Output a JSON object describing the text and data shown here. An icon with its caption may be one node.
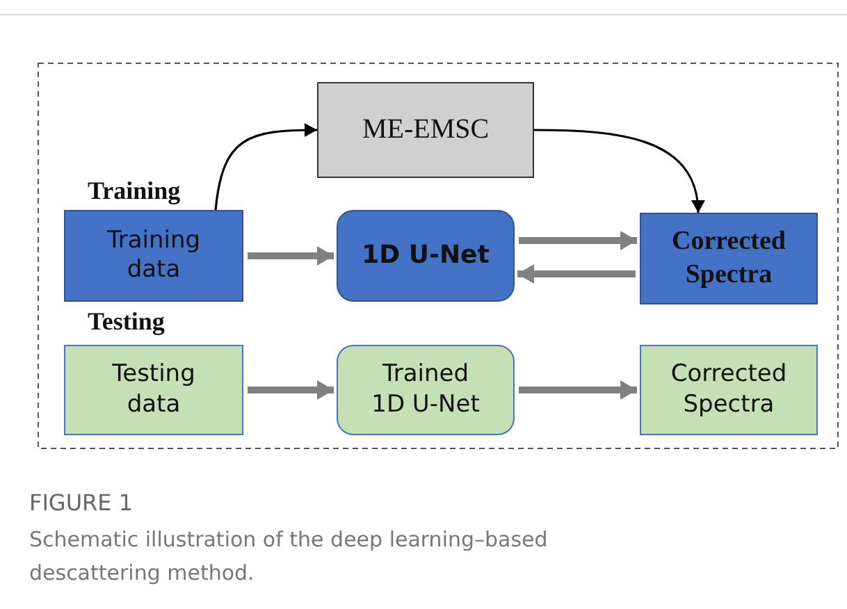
{
  "diagram": {
    "caption": "Schematic illustration of the deep learning–based descattering method.",
    "nodes": [
      {
        "text": [
          "ME-EMSC"
        ]
      },
      {
        "text": [
          "Training data"
        ]
      },
      {
        "text": [
          "1D U-Net"
        ]
      },
      {
        "text": [
          "Corrected Spectra"
        ]
      },
      {
        "text": [
          "Testing data"
        ]
      },
      {
        "text": [
          "Trained 1D U-Net"
        ]
      },
      {
        "text": [
          "Corrected Spectra"
        ]
      }
    ],
    "edges": [
      {
        "from": 1,
        "to": 0,
        "arrow": "to",
        "color": "#000000"
      },
      {
        "from": 0,
        "to": 3,
        "arrow": "to",
        "color": "#000000"
      },
      {
        "from": 1,
        "to": 2,
        "arrow": "to"
      },
      {
        "from": 2,
        "to": 3,
        "arrow": "to"
      },
      {
        "from": 3,
        "to": 2,
        "arrow": "to"
      },
      {
        "from": 4,
        "to": 5,
        "arrow": "to"
      },
      {
        "from": 5,
        "to": 6,
        "arrow": "to"
      }
    ],
    "labels": [
      "Training",
      "Testing",
      "FIGURE 1"
    ]
  }
}
